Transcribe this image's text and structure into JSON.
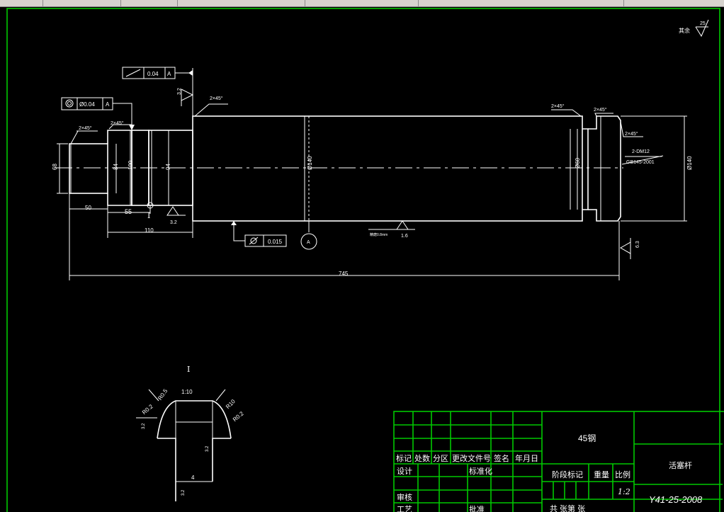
{
  "drawing": {
    "roughness_label": "其余",
    "roughness_value_main": "25",
    "fcf_runout_value": "0.04",
    "fcf_runout_datum": "A",
    "fcf_coax_value": "Ø0.04",
    "fcf_coax_datum": "A",
    "fcf_cyl_value": "0.015",
    "datum_letter": "A",
    "detail_mark": "I",
    "detail_title": "I",
    "chamfers": [
      "2×45°",
      "2×45°",
      "2×45°",
      "2×45°",
      "2×45°",
      "2×45°"
    ],
    "centre_hole_spec": "2-DM12",
    "centre_hole_std": "GB145-2001",
    "roughness_notes": [
      "3.2",
      "3.2",
      "1.6",
      "6.3"
    ],
    "roughness_note_small": "精磨0.8mm",
    "dims": {
      "d68": "68",
      "d84": "84",
      "d100": "100",
      "d94": "94",
      "d140": "Ø140",
      "d60": "Ø60",
      "d140r": "Ø140",
      "l50": "50",
      "l55": "55",
      "l110": "110",
      "l745": "745"
    },
    "detail": {
      "taper": "1:10",
      "r05": "R0.5",
      "r02a": "R0.2",
      "r10": "R10",
      "r02b": "R0.2",
      "len4": "4",
      "rough_a": "3.2",
      "rough_b": "3.2",
      "rough_c": "3.2"
    }
  },
  "title_block": {
    "row_headers": [
      "标记",
      "处数",
      "分区",
      "更改文件号",
      "签名",
      "年月日"
    ],
    "design": "设计",
    "standardize": "标准化",
    "review": "审核",
    "process": "工艺",
    "approve": "批准",
    "stage_mark": "阶段标记",
    "weight": "重量",
    "scale_label": "比例",
    "scale_value": "1:2",
    "material": "45钢",
    "part_name": "活塞杆",
    "drawing_no": "Y41-25-2008",
    "sheet_text": "共  张第  张"
  }
}
